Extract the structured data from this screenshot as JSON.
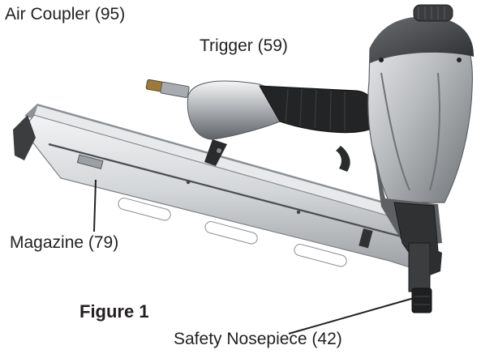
{
  "figure": {
    "caption": "Figure 1",
    "labels": {
      "air_coupler": "Air Coupler (95)",
      "trigger": "Trigger (59)",
      "magazine": "Magazine (79)",
      "safety_nosepiece": "Safety Nosepiece (42)"
    }
  },
  "colors": {
    "text": "#231f20",
    "body_silver": "#b9bcbf",
    "body_dark": "#3a3c3e",
    "magazine_aluminum": "#d3d6d8",
    "grip_black": "#1e1f20",
    "leader_line": "#231f20"
  },
  "icons": [
    "framing-nailer-illustration"
  ]
}
